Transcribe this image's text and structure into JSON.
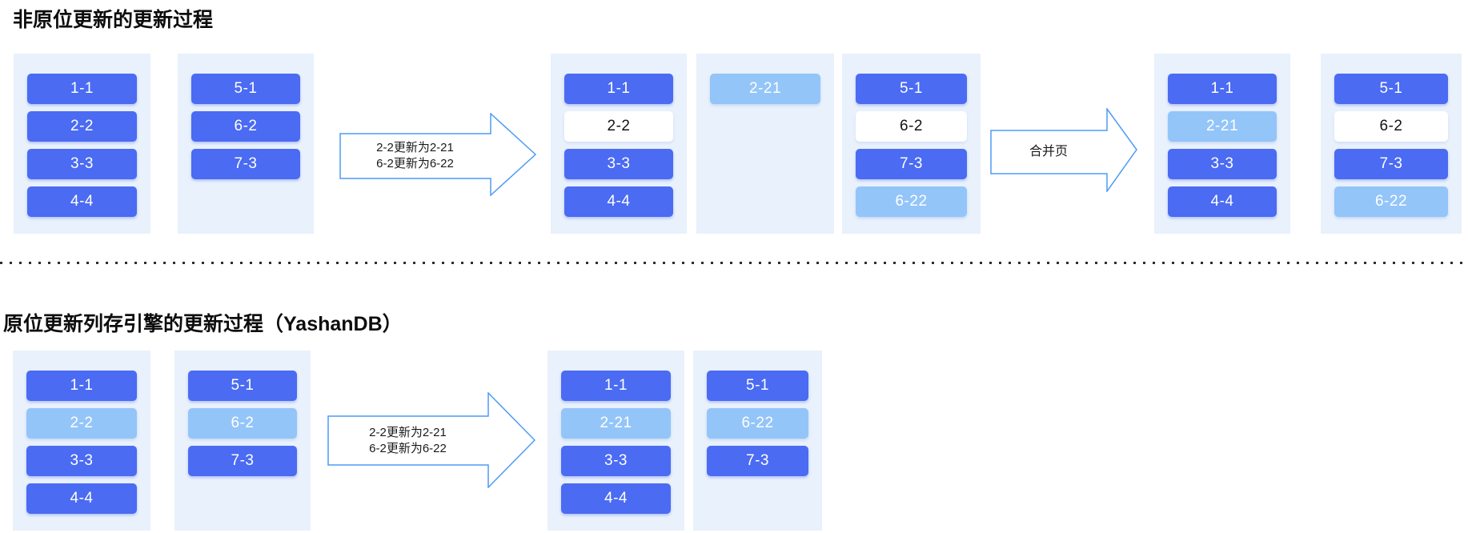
{
  "diagram": {
    "colors": {
      "dark_cell": "#4A6BF2",
      "light_cell": "#93C5F9",
      "white_cell": "#FFFFFF",
      "page_background": "#E9F1FC",
      "arrow_outline": "#4D9BF5",
      "divider_dots": "#2E2E2E"
    },
    "section1": {
      "title": "非原位更新的更新过程",
      "page1": {
        "cells": [
          {
            "label": "1-1",
            "variant": "dark"
          },
          {
            "label": "2-2",
            "variant": "dark"
          },
          {
            "label": "3-3",
            "variant": "dark"
          },
          {
            "label": "4-4",
            "variant": "dark"
          }
        ]
      },
      "page2": {
        "cells": [
          {
            "label": "5-1",
            "variant": "dark"
          },
          {
            "label": "6-2",
            "variant": "dark"
          },
          {
            "label": "7-3",
            "variant": "dark"
          }
        ]
      },
      "arrow1": {
        "lines": [
          "2-2更新为2-21",
          "6-2更新为6-22"
        ]
      },
      "page3": {
        "cells": [
          {
            "label": "1-1",
            "variant": "dark"
          },
          {
            "label": "2-2",
            "variant": "white"
          },
          {
            "label": "3-3",
            "variant": "dark"
          },
          {
            "label": "4-4",
            "variant": "dark"
          }
        ]
      },
      "page4": {
        "cells": [
          {
            "label": "2-21",
            "variant": "light"
          }
        ]
      },
      "page5": {
        "cells": [
          {
            "label": "5-1",
            "variant": "dark"
          },
          {
            "label": "6-2",
            "variant": "white"
          },
          {
            "label": "7-3",
            "variant": "dark"
          },
          {
            "label": "6-22",
            "variant": "light"
          }
        ]
      },
      "arrow2": {
        "lines": [
          "合并页"
        ]
      },
      "page6": {
        "cells": [
          {
            "label": "1-1",
            "variant": "dark"
          },
          {
            "label": "2-21",
            "variant": "light"
          },
          {
            "label": "3-3",
            "variant": "dark"
          },
          {
            "label": "4-4",
            "variant": "dark"
          }
        ]
      },
      "page7": {
        "cells": [
          {
            "label": "5-1",
            "variant": "dark"
          },
          {
            "label": "6-2",
            "variant": "white"
          },
          {
            "label": "7-3",
            "variant": "dark"
          },
          {
            "label": "6-22",
            "variant": "light"
          }
        ]
      }
    },
    "section2": {
      "title": "原位更新列存引擎的更新过程（YashanDB）",
      "page1": {
        "cells": [
          {
            "label": "1-1",
            "variant": "dark"
          },
          {
            "label": "2-2",
            "variant": "light"
          },
          {
            "label": "3-3",
            "variant": "dark"
          },
          {
            "label": "4-4",
            "variant": "dark"
          }
        ]
      },
      "page2": {
        "cells": [
          {
            "label": "5-1",
            "variant": "dark"
          },
          {
            "label": "6-2",
            "variant": "light"
          },
          {
            "label": "7-3",
            "variant": "dark"
          }
        ]
      },
      "arrow1": {
        "lines": [
          "2-2更新为2-21",
          "6-2更新为6-22"
        ]
      },
      "page3": {
        "cells": [
          {
            "label": "1-1",
            "variant": "dark"
          },
          {
            "label": "2-21",
            "variant": "light"
          },
          {
            "label": "3-3",
            "variant": "dark"
          },
          {
            "label": "4-4",
            "variant": "dark"
          }
        ]
      },
      "page4": {
        "cells": [
          {
            "label": "5-1",
            "variant": "dark"
          },
          {
            "label": "6-22",
            "variant": "light"
          },
          {
            "label": "7-3",
            "variant": "dark"
          }
        ]
      }
    }
  }
}
